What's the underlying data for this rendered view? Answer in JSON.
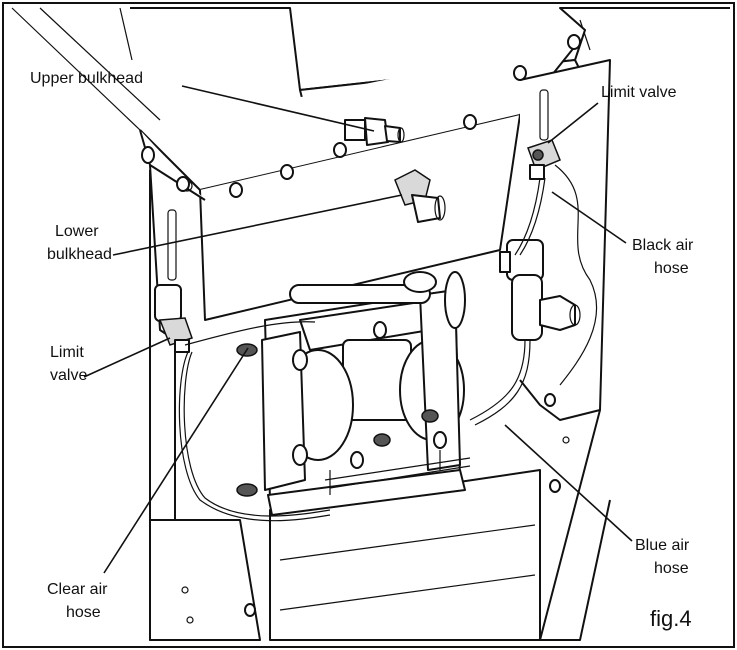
{
  "labels": {
    "upper_bulkhead": "Upper bulkhead",
    "limit_valve_top": "Limit valve",
    "lower_bulkhead_1": "Lower",
    "lower_bulkhead_2": "bulkhead",
    "black_air_hose_1": "Black air",
    "black_air_hose_2": "hose",
    "limit_valve_left_1": "Limit",
    "limit_valve_left_2": "valve",
    "clear_air_hose_1": "Clear air",
    "clear_air_hose_2": "hose",
    "blue_air_hose_1": "Blue air",
    "blue_air_hose_2": "hose"
  },
  "caption": "fig.4"
}
